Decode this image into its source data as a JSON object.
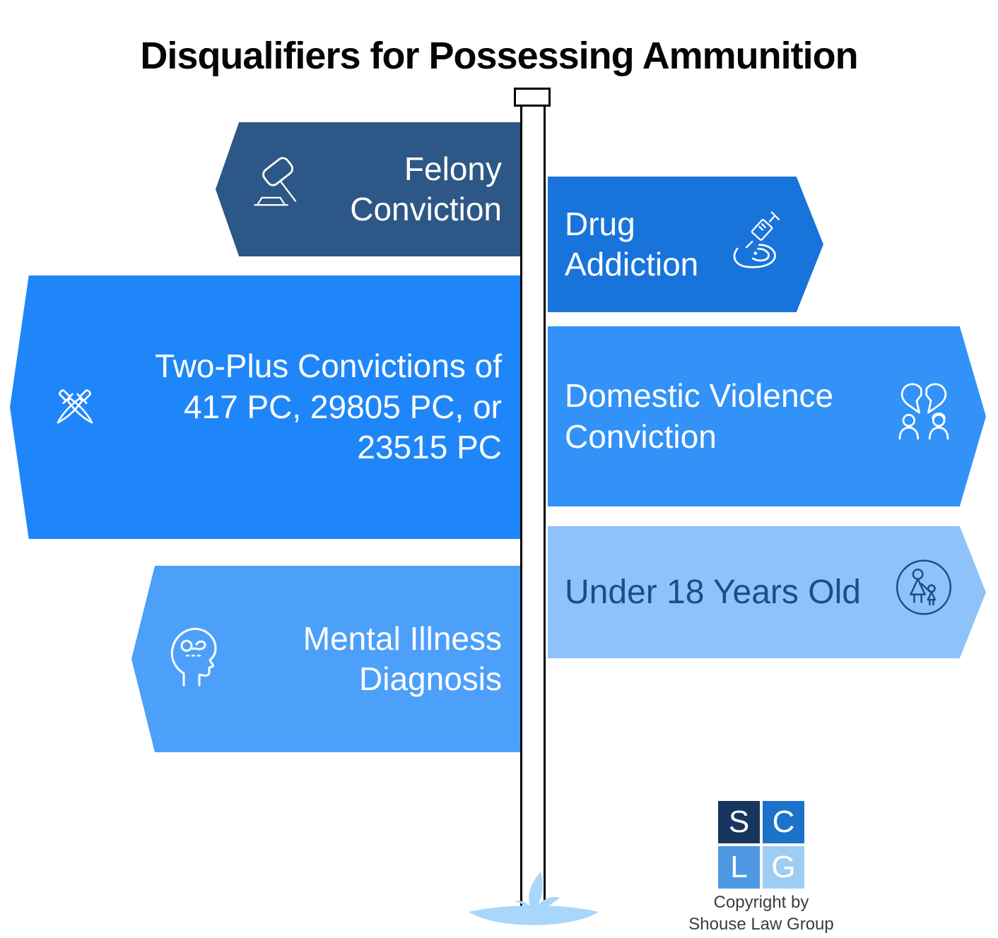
{
  "title": "Disqualifiers for Possessing Ammunition",
  "signs": [
    {
      "id": "felony-conviction",
      "lines": [
        "Felony",
        "Conviction"
      ],
      "direction": "left",
      "color": "#2D5786",
      "text_color": "#FFFFFF",
      "icon": "gavel-icon"
    },
    {
      "id": "drug-addiction",
      "lines": [
        "Drug",
        "Addiction"
      ],
      "direction": "right",
      "color": "#1874DB",
      "text_color": "#FFFFFF",
      "icon": "syringe-arm-icon"
    },
    {
      "id": "two-plus-convictions",
      "lines": [
        "Two-Plus Convictions of",
        "417 PC, 29805 PC, or",
        "23515 PC"
      ],
      "direction": "left",
      "color": "#1F86F9",
      "text_color": "#FFFFFF",
      "icon": "crossed-daggers-icon"
    },
    {
      "id": "domestic-violence-conviction",
      "lines": [
        "Domestic Violence",
        "Conviction"
      ],
      "direction": "right",
      "color": "#3292F8",
      "text_color": "#FFFFFF",
      "icon": "broken-heart-family-icon"
    },
    {
      "id": "mental-illness-diagnosis",
      "lines": [
        "Mental Illness",
        "Diagnosis"
      ],
      "direction": "left",
      "color": "#4DA0FA",
      "text_color": "#FFFFFF",
      "icon": "head-thoughts-icon"
    },
    {
      "id": "under-18-years-old",
      "lines": [
        "Under 18 Years Old"
      ],
      "direction": "right",
      "color": "#8EC3FA",
      "text_color": "#174F8E",
      "icon": "adult-child-icon"
    }
  ],
  "pole": {
    "fill": "#FFFFFF",
    "border": "#000000"
  },
  "ground": {
    "color": "#A9D6FB"
  },
  "logo": {
    "squares": [
      {
        "letter": "S",
        "color": "#16355F"
      },
      {
        "letter": "C",
        "color": "#1C72C8"
      },
      {
        "letter": "L",
        "color": "#4F99E3"
      },
      {
        "letter": "G",
        "color": "#9ECDF4"
      }
    ]
  },
  "footer": {
    "line1": "Copyright by",
    "line2": "Shouse Law Group"
  }
}
